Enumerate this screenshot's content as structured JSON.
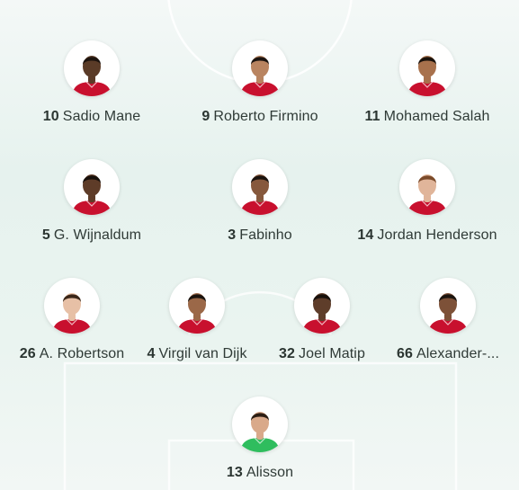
{
  "players": [
    {
      "number": "10",
      "name": "Sadio Mane",
      "kit": "outfield",
      "skin": "#5a3b27",
      "hair": "#1c130e"
    },
    {
      "number": "9",
      "name": "Roberto Firmino",
      "kit": "outfield",
      "skin": "#b98460",
      "hair": "#1b1410"
    },
    {
      "number": "11",
      "name": "Mohamed Salah",
      "kit": "outfield",
      "skin": "#a8714c",
      "hair": "#1a120c"
    },
    {
      "number": "5",
      "name": "G. Wijnaldum",
      "kit": "outfield",
      "skin": "#5e3c28",
      "hair": "#17100b"
    },
    {
      "number": "3",
      "name": "Fabinho",
      "kit": "outfield",
      "skin": "#86583c",
      "hair": "#1a130e"
    },
    {
      "number": "14",
      "name": "Jordan Henderson",
      "kit": "outfield",
      "skin": "#e0b59a",
      "hair": "#7a4a2a"
    },
    {
      "number": "26",
      "name": "A. Robertson",
      "kit": "outfield",
      "skin": "#e7c0a6",
      "hair": "#3a2618"
    },
    {
      "number": "4",
      "name": "Virgil van Dijk",
      "kit": "outfield",
      "skin": "#9b6848",
      "hair": "#1a130e"
    },
    {
      "number": "32",
      "name": "Joel Matip",
      "kit": "outfield",
      "skin": "#5e3d2a",
      "hair": "#17100b"
    },
    {
      "number": "66",
      "name": "Alexander-...",
      "kit": "outfield",
      "skin": "#7d5138",
      "hair": "#1a130e"
    },
    {
      "number": "13",
      "name": "Alisson",
      "kit": "goalkeeper",
      "skin": "#d9a98a",
      "hair": "#2b1d13"
    }
  ],
  "colors": {
    "outfield_kit": "#c8102e",
    "goalkeeper_kit": "#2fbd5e",
    "pitch_lines": "#ffffff"
  }
}
